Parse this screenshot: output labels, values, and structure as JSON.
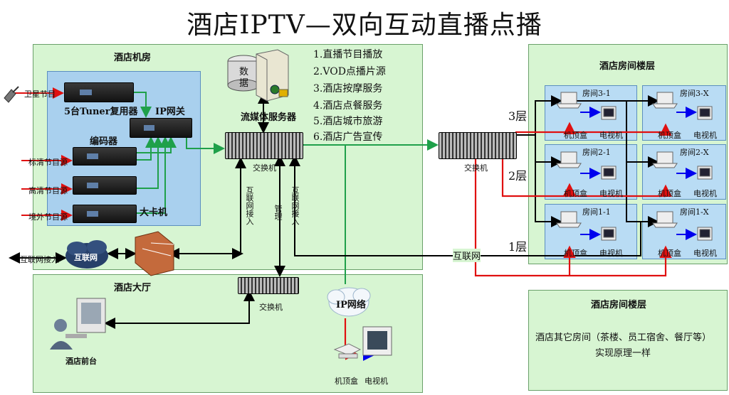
{
  "title": "酒店IPTV—双向互动直播点播",
  "zones": {
    "machine_room": "酒店机房",
    "lobby": "酒店大厅",
    "floors": "酒店房间楼层",
    "other_floors": "酒店房间楼层"
  },
  "devices": {
    "tuner": "5台Tuner复用器",
    "ip_gateway": "IP网关",
    "encoder": "编码器",
    "big_card": "大卡机",
    "media_server": "流媒体服务器",
    "db_char1": "数",
    "db_char2": "据",
    "switch_room": "交换机",
    "switch_floor": "交换机",
    "switch_lobby": "交换机",
    "internet_cloud": "互联网",
    "ip_network": "IP网络",
    "front_desk": "酒店前台",
    "lobby_stb": "机顶盒",
    "lobby_tv": "电视机"
  },
  "sources": [
    "卫星节目",
    "标清节目源",
    "高清节目源",
    "境外节目源"
  ],
  "links": {
    "internet_access": "互联网接入",
    "internet_access_v1": "互联网接入",
    "management": "管理",
    "internet_access_v2": "互联网接入",
    "internet_bottom": "互联网"
  },
  "services": [
    "1.直播节目播放",
    "2.VOD点播片源",
    "3.酒店按摩服务",
    "4.酒店点餐服务",
    "5.酒店城市旅游",
    "6.酒店广告宣传"
  ],
  "floors": [
    "3层",
    "2层",
    "1层"
  ],
  "rooms": [
    {
      "name": "房间3-1",
      "stb": "机顶盒",
      "tv": "电视机"
    },
    {
      "name": "房间3-X",
      "stb": "机顶盒",
      "tv": "电视机"
    },
    {
      "name": "房间2-1",
      "stb": "机顶盒",
      "tv": "电视机"
    },
    {
      "name": "房间2-X",
      "stb": "机顶盒",
      "tv": "电视机"
    },
    {
      "name": "房间1-1",
      "stb": "机顶盒",
      "tv": "电视机"
    },
    {
      "name": "房间1-X",
      "stb": "机顶盒",
      "tv": "电视机"
    }
  ],
  "other_rooms_text": "酒店其它房间（茶楼、员工宿舍、餐厅等）",
  "other_rooms_text2": "实现原理一样",
  "colors": {
    "zone_green": "#d7f5d2",
    "panel_blue": "#a9d0ee",
    "room_blue": "#b9dcf4",
    "line_green": "#1fa04a",
    "line_red": "#e01010",
    "line_black": "#000000",
    "line_blue": "#0000ee"
  }
}
